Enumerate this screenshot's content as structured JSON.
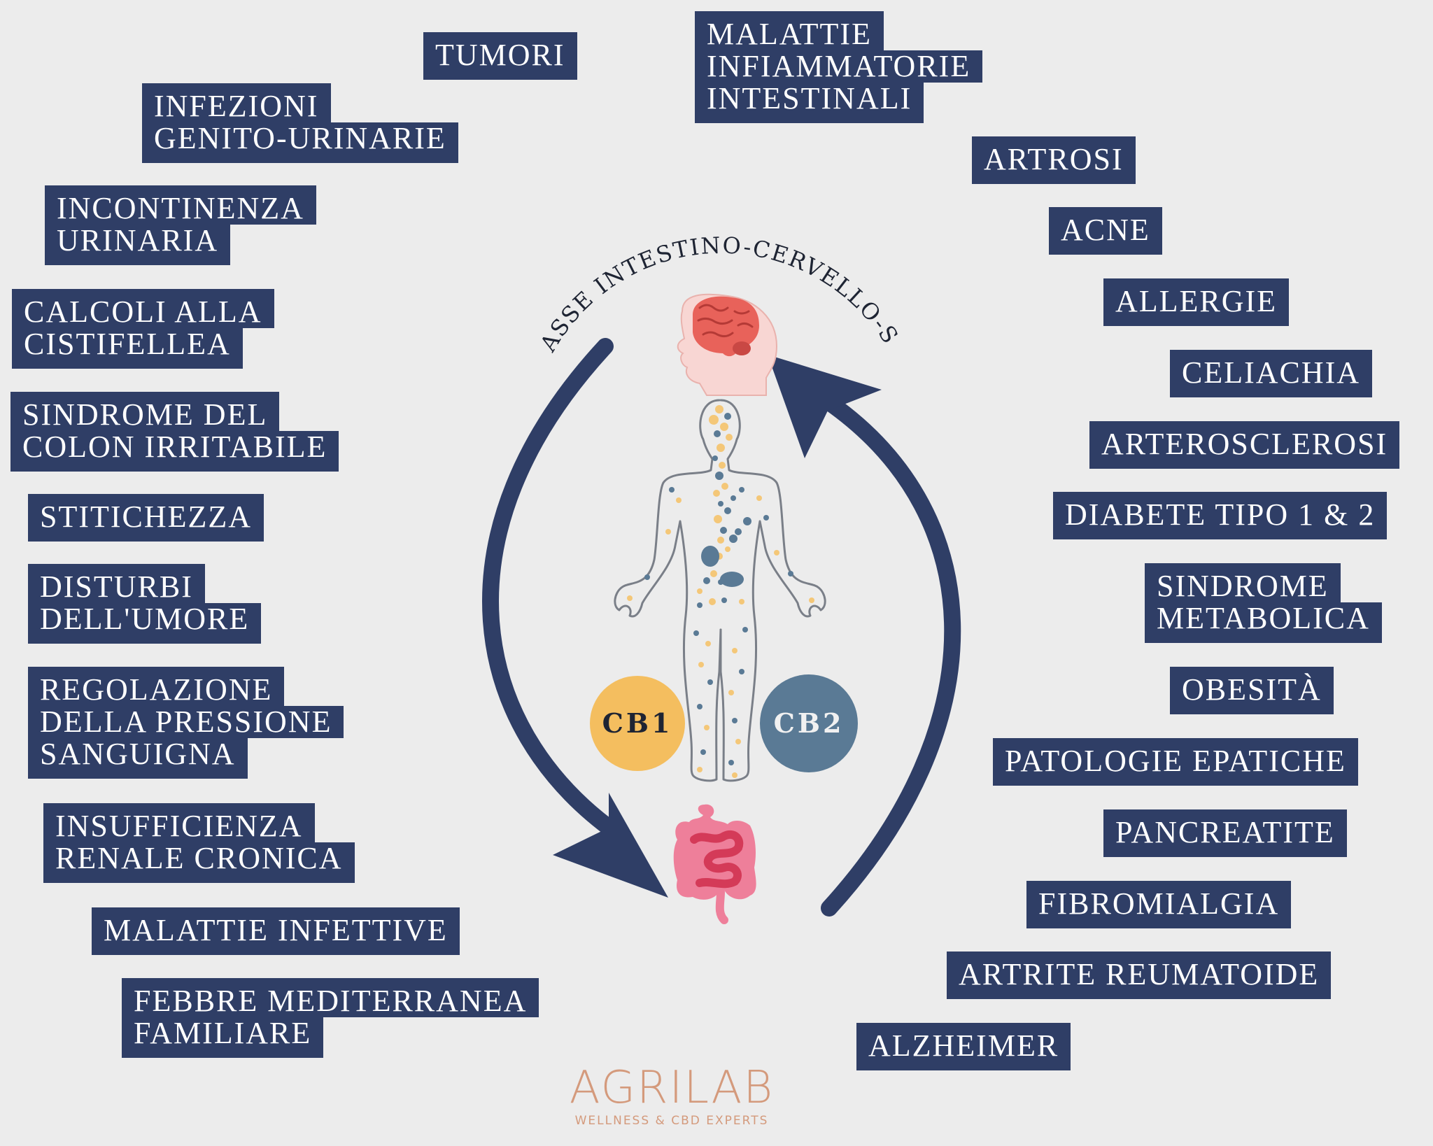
{
  "left_labels": [
    {
      "lines": [
        "TUMORI"
      ]
    },
    {
      "lines": [
        "INFEZIONI",
        "GENITO-URINARIE"
      ]
    },
    {
      "lines": [
        "INCONTINENZA",
        "URINARIA"
      ]
    },
    {
      "lines": [
        "CALCOLI ALLA",
        "CISTIFELLEA"
      ]
    },
    {
      "lines": [
        "SINDROME DEL",
        "COLON IRRITABILE"
      ]
    },
    {
      "lines": [
        "STITICHEZZA"
      ]
    },
    {
      "lines": [
        "DISTURBI",
        "DELL'UMORE"
      ]
    },
    {
      "lines": [
        "REGOLAZIONE",
        "DELLA PRESSIONE",
        "SANGUIGNA"
      ]
    },
    {
      "lines": [
        "INSUFFICIENZA",
        "RENALE CRONICA"
      ]
    },
    {
      "lines": [
        "MALATTIE INFETTIVE"
      ]
    },
    {
      "lines": [
        "FEBBRE MEDITERRANEA",
        "FAMILIARE"
      ]
    }
  ],
  "right_labels": [
    {
      "lines": [
        "MALATTIE",
        "INFIAMMATORIE",
        "INTESTINALI"
      ]
    },
    {
      "lines": [
        "ARTROSI"
      ]
    },
    {
      "lines": [
        "ACNE"
      ]
    },
    {
      "lines": [
        "ALLERGIE"
      ]
    },
    {
      "lines": [
        "CELIACHIA"
      ]
    },
    {
      "lines": [
        "ARTEROSCLEROSI"
      ]
    },
    {
      "lines": [
        "DIABETE TIPO 1 & 2"
      ]
    },
    {
      "lines": [
        "SINDROME",
        "METABOLICA"
      ]
    },
    {
      "lines": [
        "OBESITÀ"
      ]
    },
    {
      "lines": [
        "PATOLOGIE EPATICHE"
      ]
    },
    {
      "lines": [
        "PANCREATITE"
      ]
    },
    {
      "lines": [
        "FIBROMIALGIA"
      ]
    },
    {
      "lines": [
        "ARTRITE REUMATOIDE"
      ]
    },
    {
      "lines": [
        "ALZHEIMER"
      ]
    }
  ],
  "center": {
    "arc_title": "ASSE INTESTINO-CERVELLO-SEC",
    "cb1": "CB1",
    "cb2": "CB2"
  },
  "logo": {
    "name": "AGRILAB",
    "tagline": "WELLNESS & CBD EXPERTS"
  },
  "colors": {
    "label_bg": "#2f3e66",
    "label_text": "#ffffff",
    "arrow": "#2f3e66",
    "cb1_fill": "#f4be5f",
    "cb2_fill": "#5a7a95",
    "body_outline": "#7a7f88",
    "dot_yellow": "#f4c778",
    "dot_blue": "#5a7a95",
    "logo": "#d49a7c",
    "background": "#ececec"
  }
}
